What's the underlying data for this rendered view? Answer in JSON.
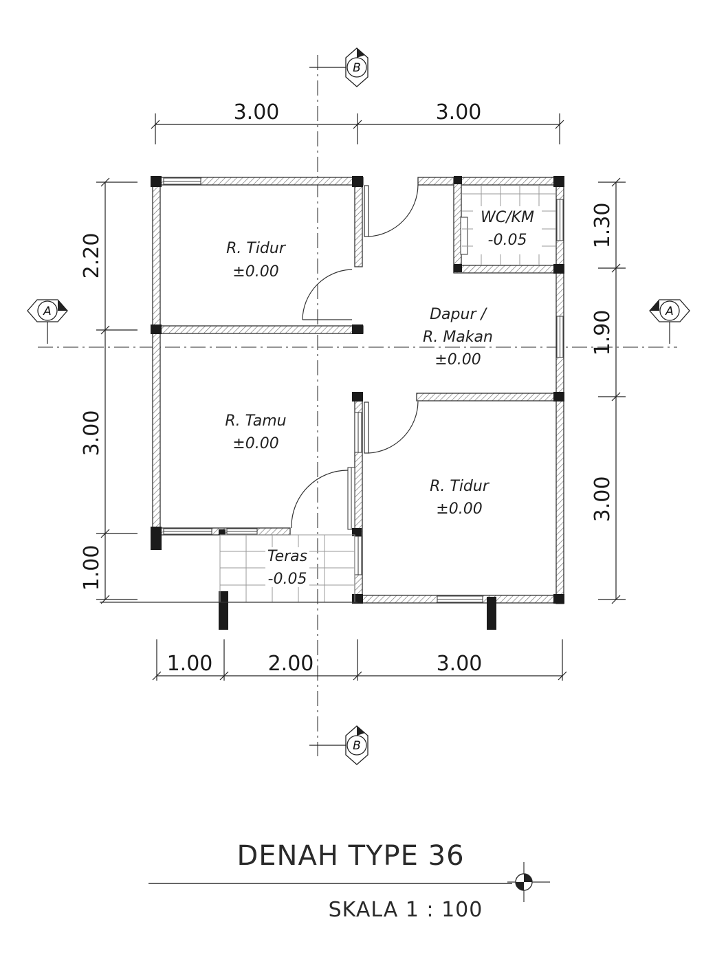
{
  "rooms": {
    "bedroom1": {
      "name": "R. Tidur",
      "level": "±0.00"
    },
    "wc": {
      "name": "WC/KM",
      "level": "-0.05"
    },
    "kitchen": {
      "line1": "Dapur /",
      "line2": "R. Makan",
      "level": "±0.00"
    },
    "living": {
      "name": "R. Tamu",
      "level": "±0.00"
    },
    "bedroom2": {
      "name": "R. Tidur",
      "level": "±0.00"
    },
    "terrace": {
      "name": "Teras",
      "level": "-0.05"
    }
  },
  "dimensions": {
    "top": [
      "3.00",
      "3.00"
    ],
    "bottom": [
      "1.00",
      "2.00",
      "3.00"
    ],
    "left": [
      "2.20",
      "3.00",
      "1.00"
    ],
    "right": [
      "1.30",
      "1.90",
      "3.00"
    ]
  },
  "section_markers": {
    "a": "A",
    "b": "B"
  },
  "title": "DENAH TYPE 36",
  "scale": "SKALA  1 : 100"
}
